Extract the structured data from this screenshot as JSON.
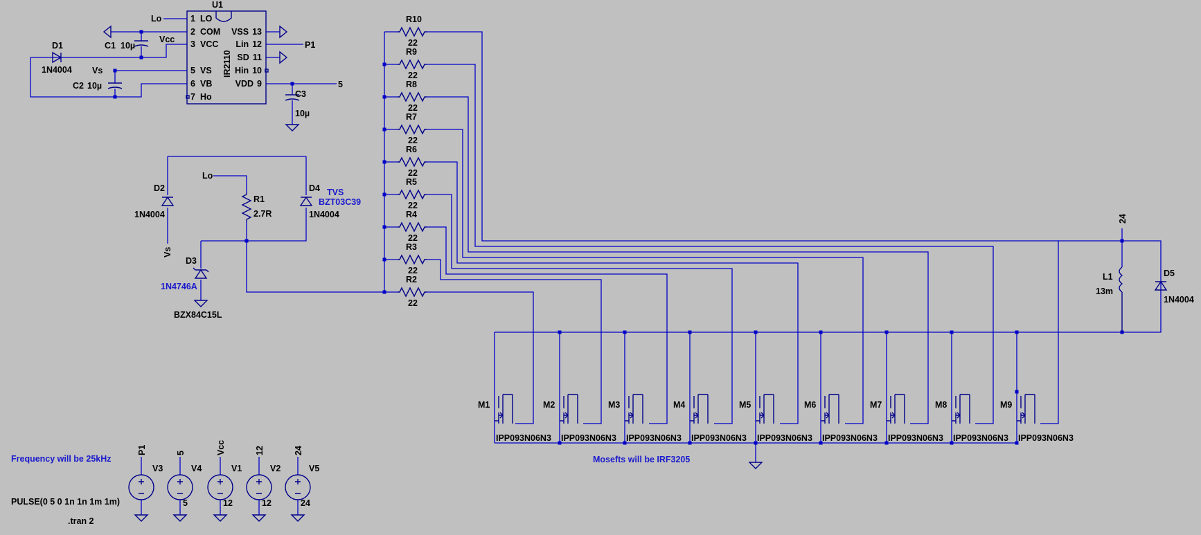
{
  "ic": {
    "ref": "U1",
    "part": "IR2110",
    "left_pins": [
      [
        "1",
        "LO"
      ],
      [
        "2",
        "COM"
      ],
      [
        "3",
        "VCC"
      ],
      [
        "5",
        "VS"
      ],
      [
        "6",
        "VB"
      ],
      [
        "7",
        "Ho"
      ]
    ],
    "right_pins": [
      [
        "VSS",
        "13"
      ],
      [
        "Lin",
        "12"
      ],
      [
        "SD",
        "11"
      ],
      [
        "Hin",
        "10"
      ],
      [
        "VDD",
        "9"
      ]
    ]
  },
  "net_labels": {
    "lo_top": "Lo",
    "vcc": "Vcc",
    "p1": "P1",
    "vs_top": "Vs",
    "five": "5",
    "lo_mid": "Lo",
    "vs_mid": "Vs",
    "v24": "24"
  },
  "caps": [
    {
      "ref": "C1",
      "value": "10µ"
    },
    {
      "ref": "C2",
      "value": "10µ"
    },
    {
      "ref": "C3",
      "value": "10µ"
    }
  ],
  "diodes": [
    {
      "ref": "D1",
      "value": "1N4004"
    },
    {
      "ref": "D2",
      "value": "1N4004"
    },
    {
      "ref": "D3",
      "value": "1N4746A",
      "extra": "BZX84C15L"
    },
    {
      "ref": "D4",
      "value": "1N4004",
      "note": "TVS",
      "note2": "BZT03C39"
    },
    {
      "ref": "D5",
      "value": "1N4004"
    }
  ],
  "r1": {
    "ref": "R1",
    "value": "2.7R"
  },
  "gate_resistors": [
    {
      "ref": "R10",
      "value": "22"
    },
    {
      "ref": "R9",
      "value": "22"
    },
    {
      "ref": "R8",
      "value": "22"
    },
    {
      "ref": "R7",
      "value": "22"
    },
    {
      "ref": "R6",
      "value": "22"
    },
    {
      "ref": "R5",
      "value": "22"
    },
    {
      "ref": "R4",
      "value": "22"
    },
    {
      "ref": "R3",
      "value": "22"
    },
    {
      "ref": "R2",
      "value": "22"
    }
  ],
  "mosfets": [
    {
      "ref": "M1",
      "part": "IPP093N06N3"
    },
    {
      "ref": "M2",
      "part": "IPP093N06N3"
    },
    {
      "ref": "M3",
      "part": "IPP093N06N3"
    },
    {
      "ref": "M4",
      "part": "IPP093N06N3"
    },
    {
      "ref": "M5",
      "part": "IPP093N06N3"
    },
    {
      "ref": "M6",
      "part": "IPP093N06N3"
    },
    {
      "ref": "M7",
      "part": "IPP093N06N3"
    },
    {
      "ref": "M8",
      "part": "IPP093N06N3"
    },
    {
      "ref": "M9",
      "part": "IPP093N06N3"
    }
  ],
  "inductor": {
    "ref": "L1",
    "value": "13m"
  },
  "sources": [
    {
      "ref": "V3",
      "net": "P1",
      "value": ""
    },
    {
      "ref": "V4",
      "net": "5",
      "value": "5"
    },
    {
      "ref": "V1",
      "net": "Vcc",
      "value": "12"
    },
    {
      "ref": "V2",
      "net": "12",
      "value": "12"
    },
    {
      "ref": "V5",
      "net": "24",
      "value": "24"
    }
  ],
  "notes": {
    "frequency": "Frequency will be 25kHz",
    "pulse": "PULSE(0 5 0 1n 1n 1m 1m)",
    "tran": ".tran 2",
    "mosfets": "Mosefts will be IRF3205"
  },
  "colors": {
    "wire": "#0000c8",
    "background": "#c0c0c0",
    "text_blue": "#1a1acd"
  }
}
